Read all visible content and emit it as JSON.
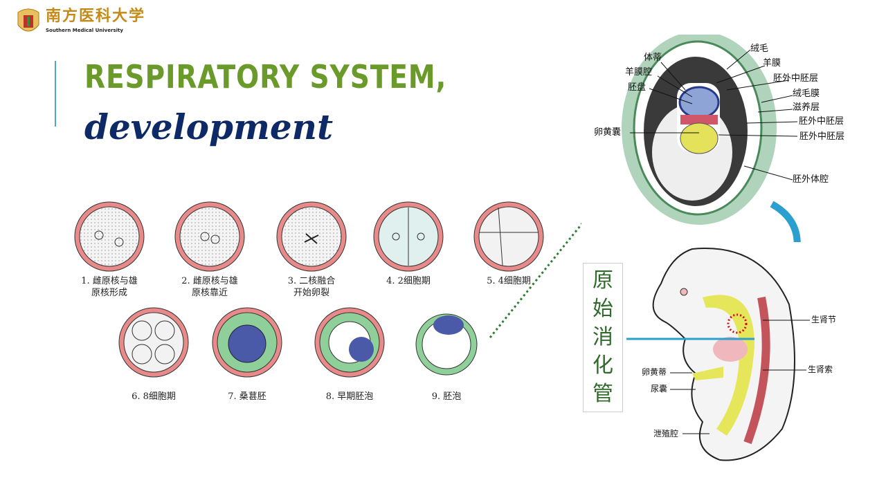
{
  "logo": {
    "chinese_name": "南方医科大学",
    "english_name": "Southern Medical University"
  },
  "title": {
    "line1": "RESPIRATORY SYSTEM,",
    "line2": "development"
  },
  "cleavage_stages": [
    {
      "label": "1. 雌原核与雄\n原核形成"
    },
    {
      "label": "2. 雌原核与雄\n原核靠近"
    },
    {
      "label": "3. 二核融合\n开始卵裂"
    },
    {
      "label": "4. 2细胞期"
    },
    {
      "label": "5. 4细胞期"
    },
    {
      "label": "6. 8细胞期"
    },
    {
      "label": "7. 桑葚胚"
    },
    {
      "label": "8. 早期胚泡"
    },
    {
      "label": "9. 胚泡"
    }
  ],
  "chorion_diagram": {
    "labels": [
      "体蒂",
      "绒毛",
      "羊膜腔",
      "羊膜",
      "胚外中胚层",
      "胚盘",
      "绒毛膜",
      "滋养层",
      "胚外中胚层",
      "卵黄囊",
      "胚外中胚层",
      "胚外体腔"
    ]
  },
  "embryo_diagram": {
    "callout": [
      "原",
      "始",
      "消",
      "化",
      "管"
    ],
    "labels": [
      "生肾节",
      "卵黄蒂",
      "尿囊",
      "生肾索",
      "泄殖腔"
    ]
  },
  "colors": {
    "title_green": "#6a9a2a",
    "title_navy": "#0e2a66",
    "accent_blue": "#2a9fd0",
    "arrow_green": "#2e7d32"
  }
}
